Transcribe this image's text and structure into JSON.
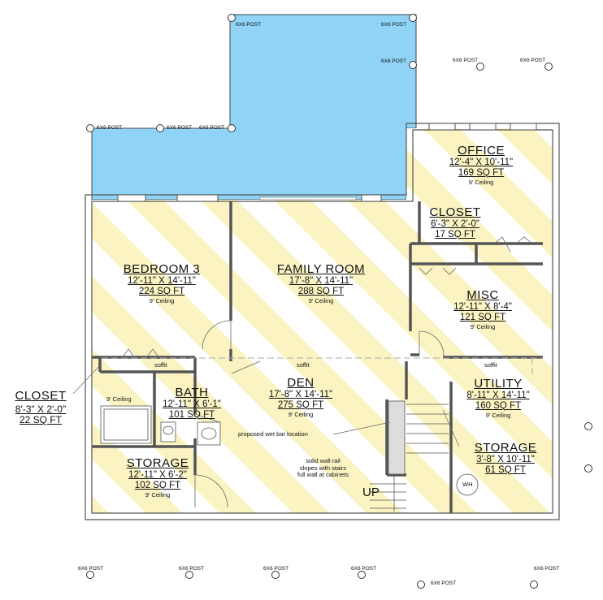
{
  "rooms": {
    "office": {
      "name": "OFFICE",
      "dim": "12'-4\" X 10'-11\"",
      "sqft": "169 SQ FT",
      "ceiling": "9' Ceiling"
    },
    "closet_top": {
      "name": "CLOSET",
      "dim": "6'-3\" X 2'-0\"",
      "sqft": "17 SQ FT"
    },
    "bedroom3": {
      "name": "BEDROOM 3",
      "dim": "12'-11\" X 14'-11\"",
      "sqft": "224 SQ FT",
      "ceiling": "9' Ceiling"
    },
    "family": {
      "name": "FAMILY ROOM",
      "dim": "17'-8\" X 14'-11\"",
      "sqft": "288 SQ FT",
      "ceiling": "9' Ceiling"
    },
    "misc": {
      "name": "MISC",
      "dim": "12'-11\" X 8'-4\"",
      "sqft": "121 SQ FT",
      "ceiling": "9' Ceiling"
    },
    "den": {
      "name": "DEN",
      "dim": "17'-8\" X 14'-11\"",
      "sqft": "275 SQ FT",
      "ceiling": "9' Ceiling"
    },
    "bath": {
      "name": "BATH",
      "dim": "12'-11\" X 6'-1\"",
      "sqft": "101 SQ FT"
    },
    "utility": {
      "name": "UTILITY",
      "dim": "8'-11\" X 14'-11\"",
      "sqft": "160 SQ FT",
      "ceiling": "9' Ceiling"
    },
    "storage_right": {
      "name": "STORAGE",
      "dim": "3'-8\" X 10'-11\"",
      "sqft": "61 SQ FT"
    },
    "storage_left": {
      "name": "STORAGE",
      "dim": "12'-11\" X 6'-2\"",
      "sqft": "102 SQ FT",
      "ceiling": "9' Ceiling"
    },
    "closet_left": {
      "name": "CLOSET",
      "dim": "8'-3\" X 2'-0\"",
      "sqft": "22 SQ FT"
    }
  },
  "notes": {
    "soffit": "soffit",
    "bath_ceiling": "9' Ceiling",
    "wet_bar": "proposed wet bar location",
    "rail_1": "solid wall rail",
    "rail_2": "slopes with stairs",
    "rail_3": "full wall at cabinets",
    "up": "UP",
    "wh": "WH"
  },
  "post_label": "6X6 POST",
  "colors": {
    "patio": "#8fd3f7",
    "stripe": "#fbf4c2",
    "wall": "#555555"
  }
}
